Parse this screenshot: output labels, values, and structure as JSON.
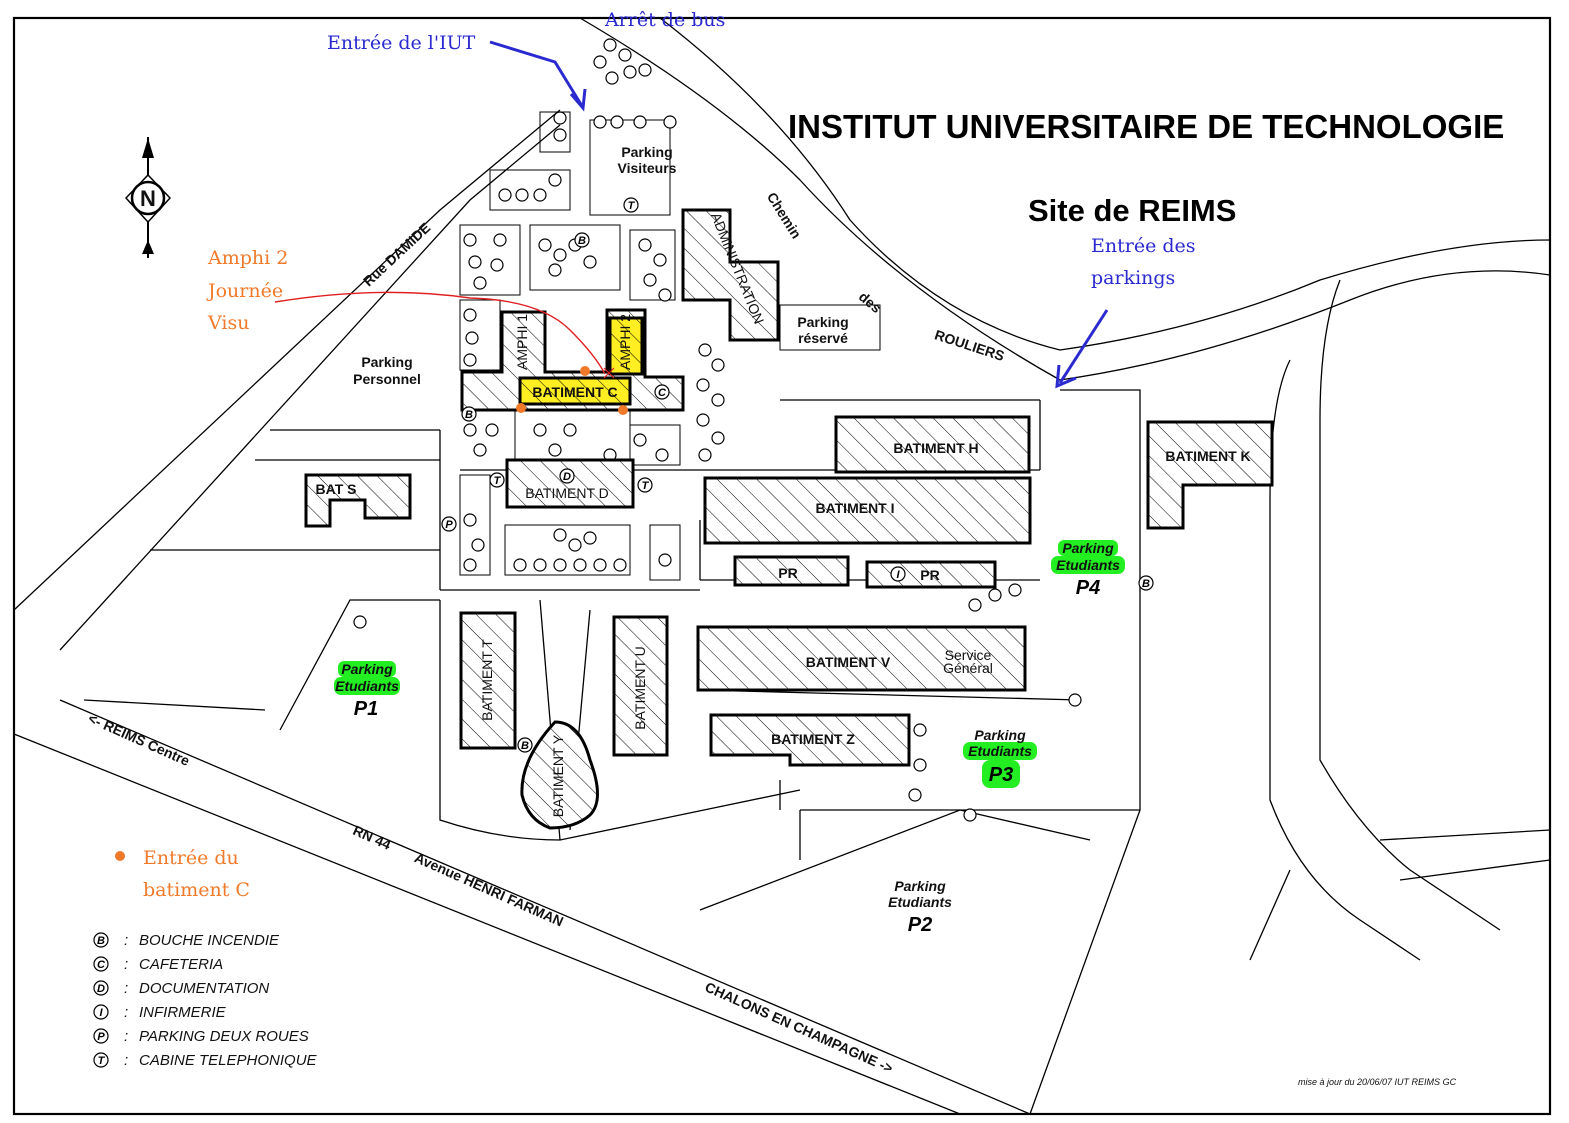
{
  "title": "INSTITUT UNIVERSITAIRE DE TECHNOLOGIE",
  "subtitle": "Site de REIMS",
  "north_label": "N",
  "annotations": {
    "bus_stop": "Arrêt de bus",
    "iut_entrance": "Entrée de l'IUT",
    "parking_entrance_line1": "Entrée des",
    "parking_entrance_line2": "parkings",
    "amphi_line1": "Amphi 2",
    "amphi_line2": "Journée",
    "amphi_line3": "Visu",
    "building_c_entrance_line1": "Entrée du",
    "building_c_entrance_line2": "batiment C"
  },
  "roads": {
    "rue_damide": "Rue DAMIDE",
    "chemin": "Chemin",
    "des": "des",
    "rouliers": "ROULIERS",
    "reims_centre": "<- REIMS Centre",
    "rn44": "RN 44",
    "avenue": "Avenue HENRI FARMAN",
    "chalons": "CHALONS EN CHAMPAGNE ->"
  },
  "buildings": {
    "administration": "ADMINISTRATION",
    "amphi1": "AMPHI 1",
    "amphi2": "AMPHI 2",
    "batiment_c": "BATIMENT C",
    "batiment_d": "BATIMENT D",
    "batiment_h": "BATIMENT H",
    "batiment_i": "BATIMENT I",
    "batiment_k": "BATIMENT K",
    "bat_s": "BAT S",
    "pr1": "PR",
    "pr2": "PR",
    "batiment_t": "BATIMENT T",
    "batiment_u": "BATIMENT U",
    "batiment_v": "BATIMENT V",
    "service_line1": "Service",
    "service_line2": "Général",
    "batiment_z": "BATIMENT Z",
    "batiment_y": "BATIMENT Y"
  },
  "parkings": {
    "visiteurs_line1": "Parking",
    "visiteurs_line2": "Visiteurs",
    "reserve_line1": "Parking",
    "reserve_line2": "réservé",
    "personnel_line1": "Parking",
    "personnel_line2": "Personnel",
    "etudiants_line1": "Parking",
    "etudiants_line2": "Etudiants",
    "p1": "P1",
    "p2": "P2",
    "p3": "P3",
    "p4": "P4"
  },
  "legend": [
    {
      "symbol": "B",
      "label": "BOUCHE INCENDIE"
    },
    {
      "symbol": "C",
      "label": "CAFETERIA"
    },
    {
      "symbol": "D",
      "label": "DOCUMENTATION"
    },
    {
      "symbol": "I",
      "label": "INFIRMERIE"
    },
    {
      "symbol": "P",
      "label": "PARKING DEUX ROUES"
    },
    {
      "symbol": "T",
      "label": "CABINE TELEPHONIQUE"
    }
  ],
  "legend_separator": ":",
  "symbols": {
    "b": "B",
    "c": "C",
    "d": "D",
    "i": "I",
    "p": "P",
    "t": "T"
  },
  "footer": "mise à jour du 20/06/07 IUT REIMS GC",
  "colors": {
    "annotation_blue": "#2a2ad0",
    "annotation_orange": "#f07a2a",
    "highlight_yellow": "#ffee22",
    "parking_green": "#22ee22",
    "route_red": "#e02020"
  }
}
